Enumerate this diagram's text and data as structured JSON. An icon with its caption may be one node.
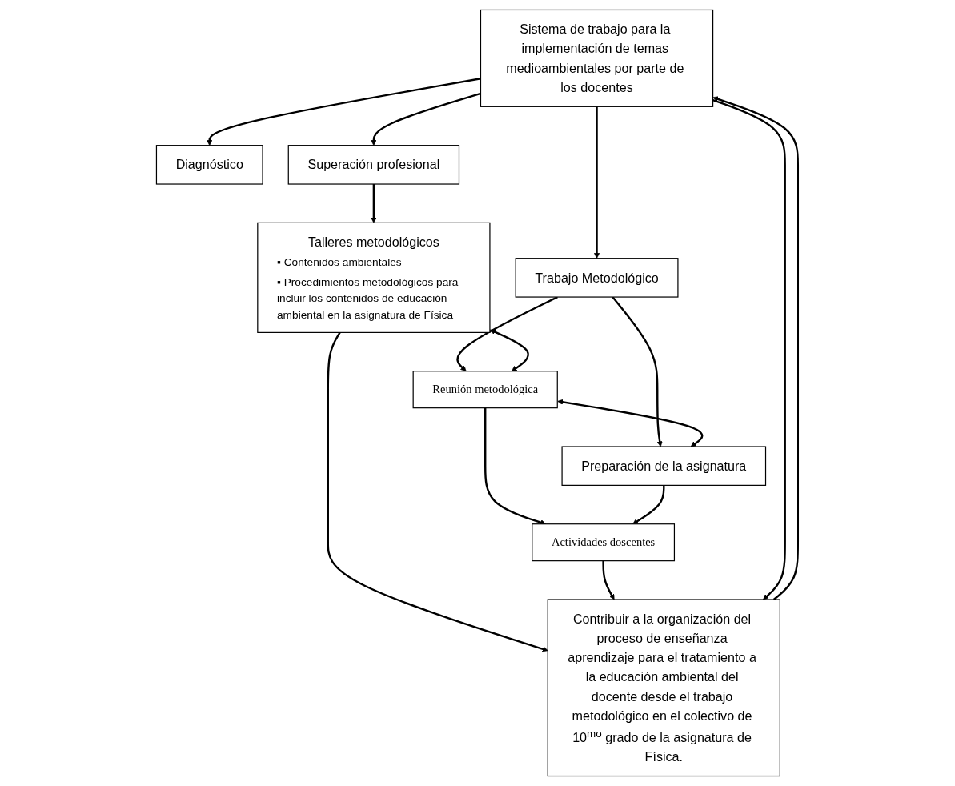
{
  "diagram": {
    "nodes": [
      {
        "text": [
          "Sistema de trabajo para la implementación de temas medioambientales por parte de los docentes"
        ]
      },
      {
        "text": [
          "Diagnóstico"
        ]
      },
      {
        "text": [
          "Superación profesional"
        ]
      },
      {
        "text": [
          "Trabajo Metodológico"
        ]
      },
      {
        "text": [
          "Talleres metodológicos",
          "▪ Contenidos ambientales",
          "▪ Procedimientos metodológicos para incluir los contenidos de educación ambiental en la asignatura de Física"
        ]
      },
      {
        "text": [
          "Reunión metodológica"
        ]
      },
      {
        "text": [
          "Preparación de la asignatura"
        ]
      },
      {
        "text": [
          "Actividades doscentes"
        ]
      },
      {
        "text": [
          "Contribuir a la organización del proceso de enseñanza aprendizaje para el tratamiento a la educación ambiental del docente desde el trabajo metodológico en el colectivo de 10$^{mo}$ grado de la asignatura de Física."
        ]
      }
    ],
    "edges": [
      {
        "from": 0,
        "to": 1,
        "arrow": "to"
      },
      {
        "from": 0,
        "to": 2,
        "arrow": "to"
      },
      {
        "from": 0,
        "to": 3,
        "arrow": "to"
      },
      {
        "from": 2,
        "to": 4,
        "arrow": "to"
      },
      {
        "from": 3,
        "to": 5,
        "arrow": "to"
      },
      {
        "from": 3,
        "to": 6,
        "arrow": "to"
      },
      {
        "from": 4,
        "to": 5,
        "arrow": "both"
      },
      {
        "from": 5,
        "to": 6,
        "arrow": "both"
      },
      {
        "from": 5,
        "to": 7,
        "arrow": "to"
      },
      {
        "from": 6,
        "to": 7,
        "arrow": "to"
      },
      {
        "from": 4,
        "to": 8,
        "arrow": "to"
      },
      {
        "from": 7,
        "to": 8,
        "arrow": "to"
      },
      {
        "from": 0,
        "to": 8,
        "arrow": "to"
      },
      {
        "from": 8,
        "to": 0,
        "arrow": "to"
      }
    ]
  }
}
